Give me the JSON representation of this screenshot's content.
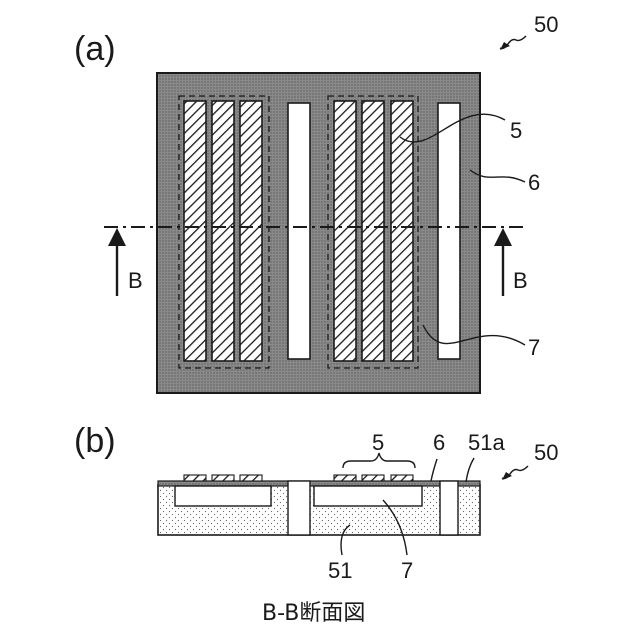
{
  "panel_a": {
    "label": "(a)",
    "ref_50": "50",
    "ref_5": "5",
    "ref_6": "6",
    "ref_7": "7",
    "section_left": "B",
    "section_right": "B"
  },
  "panel_b": {
    "label": "(b)",
    "ref_5": "5",
    "ref_6": "6",
    "ref_51a": "51a",
    "ref_50": "50",
    "ref_51": "51",
    "ref_7": "7"
  },
  "caption": "B-B断面図",
  "colors": {
    "substrate_fill": "#7a7a7a",
    "line": "#1a1a1a",
    "background": "#ffffff",
    "stipple": "#555555"
  }
}
